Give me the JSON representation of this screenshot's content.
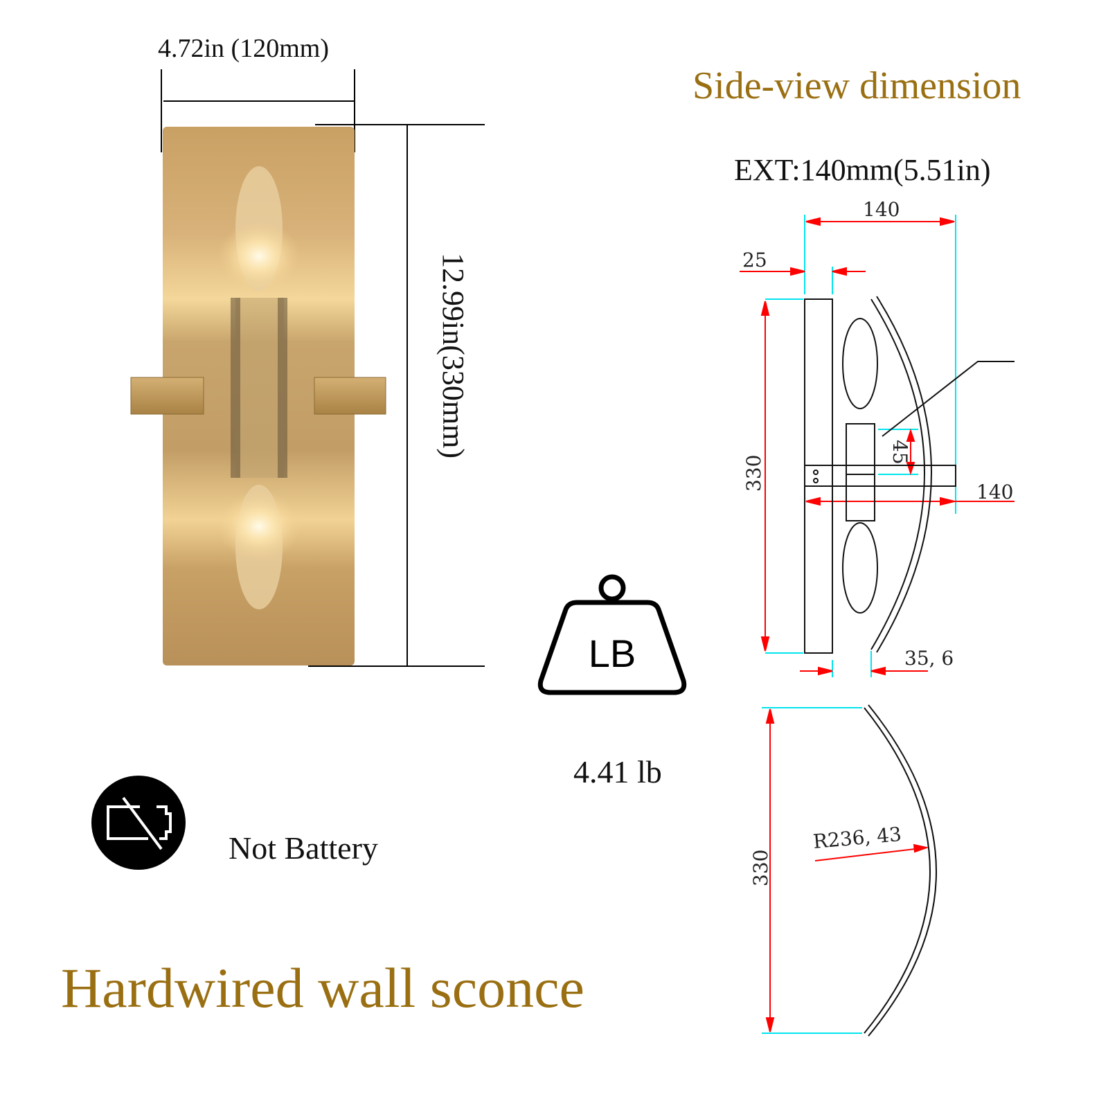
{
  "product": {
    "title": "Hardwired wall sconce",
    "width_label": "4.72in (120mm)",
    "height_label": "12.99in(330mm)",
    "weight": {
      "icon_text": "LB",
      "value": "4.41 lb"
    },
    "battery": {
      "label": "Not Battery"
    }
  },
  "side_view": {
    "title": "Side-view dimension",
    "extension_label": "EXT:140mm(5.51in)",
    "dimensions": {
      "top_depth": "140",
      "backplate_depth": "25",
      "height": "330",
      "socket_offset": "45",
      "arm_depth": "140",
      "gap": "35, 6"
    }
  },
  "shade_profile": {
    "height": "330",
    "radius": "R236, 43"
  },
  "colors": {
    "accent_gold": "#9a6f12",
    "dimension_red": "#ff0000",
    "extension_cyan": "#00e5ee",
    "glass_amber": "#c9a467"
  }
}
